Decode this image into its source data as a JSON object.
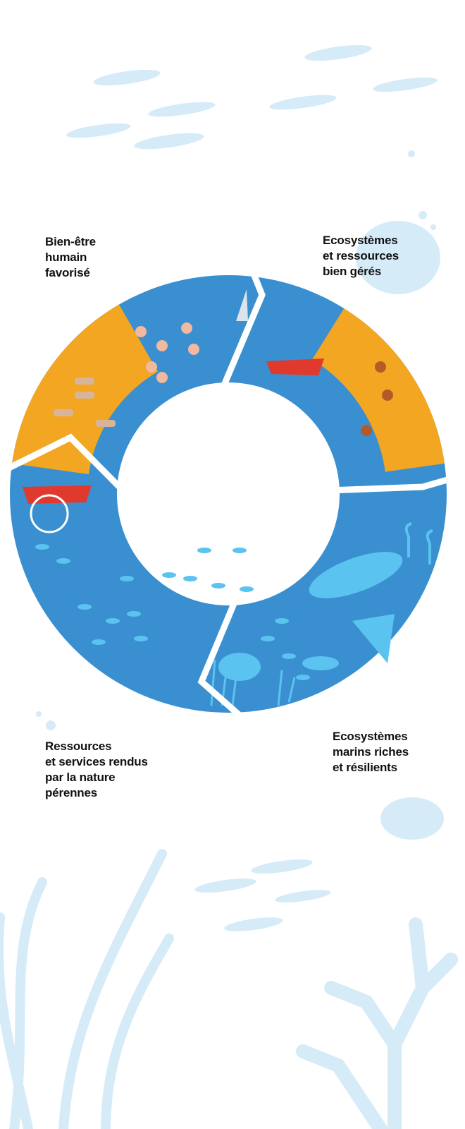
{
  "labels": {
    "top_left": "Bien-être\nhumain\nfavorisé",
    "top_right": "Ecosystèmes\net ressources\nbien gérés",
    "bottom_right": "Ecosystèmes\nmarins riches\net résilients",
    "bottom_left": "Ressources\net services rendus\npar la nature\npérennes"
  },
  "colors": {
    "ring_blue": "#3a8fd0",
    "sand_orange": "#f2a622",
    "pale_blue": "#d6ebf8",
    "fish_blue": "#5bc3ef"
  }
}
